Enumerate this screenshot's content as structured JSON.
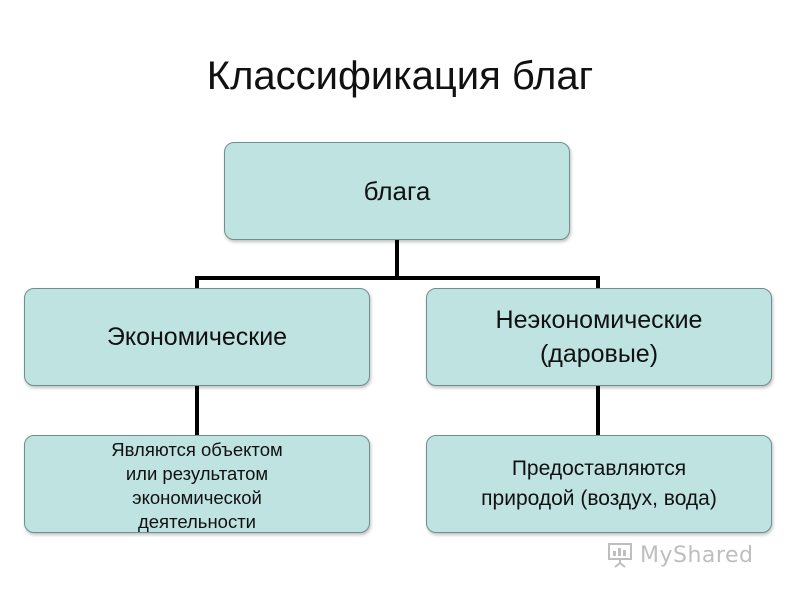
{
  "title": "Классификация благ",
  "nodes": {
    "root": "блага",
    "economic": "Экономические",
    "non_economic": "Неэкономические\n(даровые)",
    "economic_desc": "Являются объектом\nили результатом\nэкономической\nдеятельности",
    "non_economic_desc": "Предоставляются\nприродой (воздух, вода)"
  },
  "watermark": {
    "text": "MyShared",
    "icon": "presentation-board-icon"
  },
  "colors": {
    "box_fill": "#bfe3e1",
    "box_border": "#6f8f8e",
    "connector": "#000000"
  }
}
